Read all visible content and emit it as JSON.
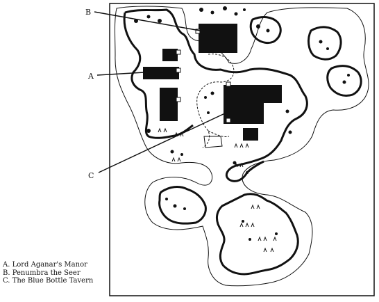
{
  "callouts": [
    {
      "letter": "A"
    },
    {
      "letter": "B"
    },
    {
      "letter": "C"
    }
  ],
  "legend": [
    "A. Lord Aganar's Manor",
    "B. Penumbra the Seer",
    "C. The Blue Bottle Tavern"
  ],
  "colors": {
    "ink": "#111111",
    "paper": "#ffffff"
  }
}
